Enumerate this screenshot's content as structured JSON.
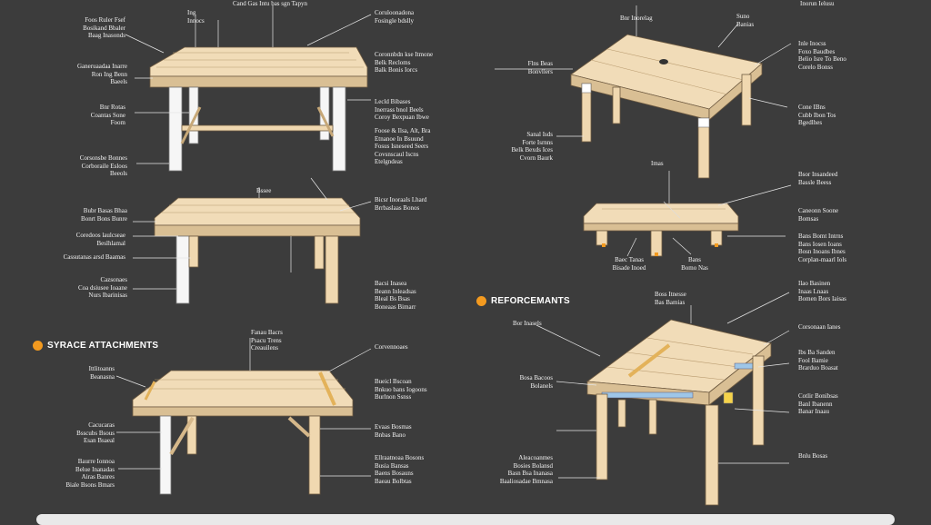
{
  "colors": {
    "background": "#3c3c3c",
    "wood": "#f1dcb8",
    "wood_dark": "#d8bd92",
    "leg_white": "#f4f4f4",
    "accent": "#f39a1f",
    "label": "#f2f2f2"
  },
  "sections": [
    {
      "number": "",
      "title": "SYRACE ATTACHMENTS"
    },
    {
      "number": "",
      "title": "REFORCEMANTS"
    }
  ],
  "labels": [
    {
      "text": "Cand Gas Intu bas sgn Tapyn"
    },
    {
      "text": "Ing\nInnocs"
    },
    {
      "text": "Foos Ruler Fsef\nBosikand Bbaler\nBaag Inasonds"
    },
    {
      "text": "Coruloonadona\nFosingle bdslly"
    },
    {
      "text": "Ganeruaadaa Inarre\nRon Ing Benn\nBaeels"
    },
    {
      "text": "Coronnbdn kse Itmone\nBelk Recloms\nBalk Bonis Iorcs"
    },
    {
      "text": "Bnr Rotas\nCoantas Sone\nFoom"
    },
    {
      "text": "Lecld Bibases\nInerrass bnol Beels\nCoroy Bexpuan Ibwe"
    },
    {
      "text": "Foose & Ilsa, Alt, Bra\nEtnanoe In Bsuund\nFosus Isneseed Seers\nCovsnscaul Iscns\nEtelgndeas"
    },
    {
      "text": "Corsonsbe Bonnes\nCorboraile Esloos\nBeeols"
    },
    {
      "text": "Inorun Ielusu"
    },
    {
      "text": "Suno\nBanias"
    },
    {
      "text": "Bnr Inorelag"
    },
    {
      "text": "Inle Inocss\nFoxo Baudbes\nBelio Isre To Beno\nCorelo Bonss"
    },
    {
      "text": "Flns Beas\nBonvllers"
    },
    {
      "text": "Cone IBns\nCubb Ibon Tos\nBgedlhes"
    },
    {
      "text": "Sanal Isds\nForte Isrnns\nBelk Bexds Ices\nCvorn Baurk"
    },
    {
      "text": "Imas"
    },
    {
      "text": "Bsor Insandeed\nBassle Beess"
    },
    {
      "text": "Bicsr Inoraals Lhard\nBrrbaslaas Bonos"
    },
    {
      "text": "Bubr Basas Bhaa\nBonrt Bons Bunre"
    },
    {
      "text": "Coredoos laulcseae\nBeslhlamal"
    },
    {
      "text": "Cassutanas arsd Baamas"
    },
    {
      "text": "Cazsonaes\nCoa dsiusee Ioaane\nNurs Ibarinisas"
    },
    {
      "text": "Bacsi Inasea\nBeann Inleadsas\nBleal Bs Bsas\nBoneaas Bimarr"
    },
    {
      "text": "Caneonn Soone\nBomsas"
    },
    {
      "text": "Baec Tanas\nBisade Inoed"
    },
    {
      "text": "Bans Bomt Intrns\nBans Iosen Ioans\nBosn Inoans Ibnes\nCorplan-maarl Iols"
    },
    {
      "text": "Bans\nBomo Nas"
    },
    {
      "text": "Bssee"
    },
    {
      "text": "Ilao Basinen\nInaas Lnaas\nBomen Bors Iaisas"
    },
    {
      "text": "Boss Itnesse\nBas Bamias"
    },
    {
      "text": "Fanau Bacrs\nPsacu Trens\nCreauilens"
    },
    {
      "text": "Bor Inasels"
    },
    {
      "text": "Corvennoaes"
    },
    {
      "text": "Ittlitoanns\nBeanasna"
    },
    {
      "text": "Bueicl Bscoan\nBnkuo bans Iogoons\nBurlnon Ssnss"
    },
    {
      "text": "Bosa Bacoos\nBolanels"
    },
    {
      "text": "Corsonaan Ianes"
    },
    {
      "text": "Cacucaras\nBsscubs Bsous\nEsan Bsaeal"
    },
    {
      "text": "Ibs Ba Sanden\nFool Bamie\nBrarduo Boasat"
    },
    {
      "text": "Cotlir Bonibsas\nBanl Ibanenn\nBanar Inaau"
    },
    {
      "text": "Baurre Ionnoa\nBelue Inanadas\nAiras Banres\nBiale Bsons Bmars"
    },
    {
      "text": "Evaas Bosmas\nBnbas Bano"
    },
    {
      "text": "Ellraatnoaa Bosons\nBusia Bansas\nBaens Bosauns\nBaeau Bolbtas"
    },
    {
      "text": "Aleacoanmes\nBosies Bolansd\nBasn Bsa Inanasa\nBaaliosadae Bmnasa"
    },
    {
      "text": "Bnlu Bosas"
    }
  ]
}
